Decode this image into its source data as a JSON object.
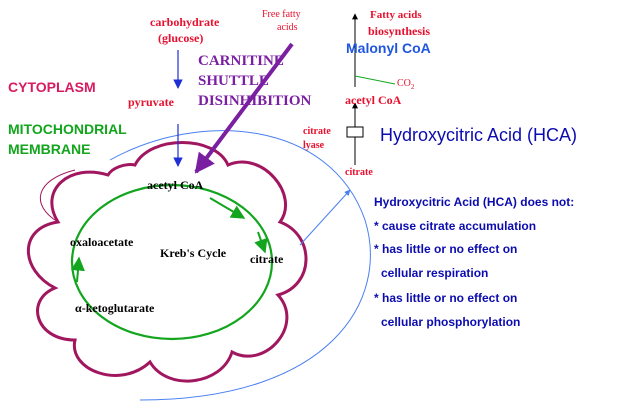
{
  "colors": {
    "red": "#e8102e",
    "purple": "#7a1fa2",
    "green": "#12a51d",
    "blue": "#1f2fd6",
    "lightblue": "#4a7ff0",
    "magenta": "#a1175f",
    "black": "#000000",
    "navy": "#0b0bb0"
  },
  "labels": {
    "carbohydrate": "carbohydrate",
    "glucose": "(glucose)",
    "free_fatty_line1": "Free fatty",
    "free_fatty_line2": "acids",
    "fatty_acids": "Fatty acids",
    "biosynthesis": "biosynthesis",
    "malonyl_coa": "Malonyl CoA",
    "cytoplasm": "CYTOPLASM",
    "carnitine": "CARNITINE",
    "shuttle": "SHUTTLE",
    "disinhibition": "DISINHIBITION",
    "co2": "CO",
    "co2_sub": "2",
    "pyruvate": "pyruvate",
    "acetyl_coa_top": "acetyl CoA",
    "mitochondrial": "MITOCHONDRIAL",
    "membrane": "MEMBRANE",
    "citrate_lyase_1": "citrate",
    "citrate_lyase_2": "lyase",
    "hca_title": "Hydroxycitric Acid (HCA)",
    "citrate_red": "citrate",
    "acetyl_coa_cycle": "acetyl CoA",
    "oxaloacetate": "oxaloacetate",
    "krebs": "Kreb's Cycle",
    "citrate_cycle": "citrate",
    "ketoglutarate": "α-ketoglutarate"
  },
  "hca_notes": [
    "Hydroxycitric Acid (HCA) does not:",
    "* cause citrate accumulation",
    "* has little or no effect on",
    "cellular respiration",
    "* has little or no effect on",
    "cellular phosphorylation"
  ]
}
